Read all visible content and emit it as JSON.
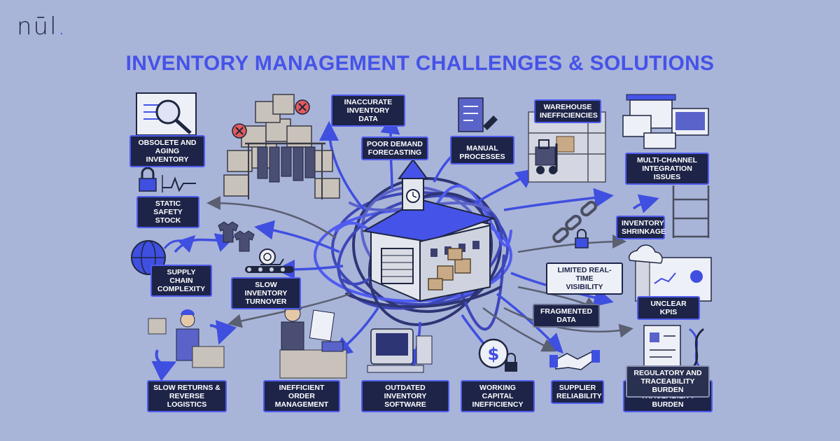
{
  "brand": {
    "logo_text": "nūl",
    "logo_dot": "."
  },
  "title": "INVENTORY MANAGEMENT CHALLENGES & SOLUTIONS",
  "labels": {
    "obsolete": "OBSOLETE AND\nAGING INVENTORY",
    "inaccurate": "INACCURATE\nINVENTORY DATA",
    "demand": "POOR DEMAND\nFORECASTING",
    "manual": "MANUAL\nPROCESSES",
    "warehouse": "WAREHOUSE\nINEFFICIENCIES",
    "multichannel": "MULTI-CHANNEL\nINTEGRATION ISSUES",
    "safety": "STATIC\nSAFETY STOCK",
    "shrinkage": "INVENTORY\nSHRINKAGE",
    "supplychain": "SUPPLY CHAIN\nCOMPLEXITY",
    "turnover": "SLOW INVENTORY\nTURNOVER",
    "visibility": "LIMITED REAL-TIME\nVISIBILITY",
    "kpis": "UNCLEAR KPIs",
    "fragmented": "FRAGMENTED\nDATA",
    "returns": "SLOW RETURNS &\nREVERSE LOGISTICS",
    "order": "INEFFICIENT ORDER\nMANAGEMENT",
    "software": "OUTDATED INVENTORY\nSOFTWARE",
    "capital": "WORKING CAPITAL\nINEFFICIENCY",
    "supplier": "SUPPLIER\nRELIABILITY",
    "regulatory_top": "REGULATORY AND\nTRACEABILITY BURDEN",
    "regulatory_bottom": "REGULATORY AND\nTRACEABILITY BURDEN"
  },
  "colors": {
    "background": "#a9b4d9",
    "accent": "#4553e8",
    "label_bg": "#1d2447",
    "label_border": "#4f5cf0"
  }
}
